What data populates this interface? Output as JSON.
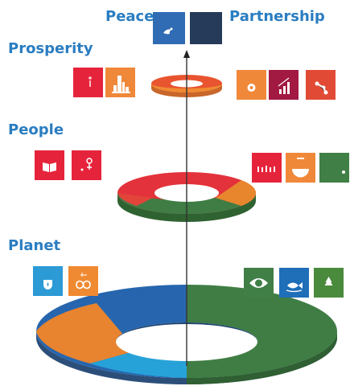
{
  "labels": {
    "peace": "Peace",
    "partnership": "Partnership",
    "prosperity": "Prosperity",
    "people": "People",
    "planet": "Planet"
  },
  "colors": {
    "label": "#2a7dc1",
    "red": "#e5243b",
    "dark_red": "#a21942",
    "orange": "#f0883a",
    "orange_dark": "#dd7a2c",
    "green": "#407f46",
    "blue": "#2e6fb4",
    "light_blue": "#26a3d9",
    "navy": "#19486a",
    "arrow": "#222222"
  },
  "tiles": [
    {
      "name": "tile-peace",
      "color": "#2f6cb3",
      "icon": "dove-icon"
    },
    {
      "name": "tile-partnership",
      "color": "#263a59",
      "icon": "none"
    },
    {
      "name": "tile-prosperity-1",
      "color": "#e5243b",
      "icon": "person-icon"
    },
    {
      "name": "tile-prosperity-2",
      "color": "#f0883a",
      "icon": "city-icon"
    },
    {
      "name": "tile-prosperity-3",
      "color": "#f0883a",
      "icon": "gear-icon"
    },
    {
      "name": "tile-prosperity-4",
      "color": "#a21942",
      "icon": "growth-chart-icon"
    },
    {
      "name": "tile-prosperity-5",
      "color": "#e14b35",
      "icon": "network-icon"
    },
    {
      "name": "tile-people-1",
      "color": "#e5243b",
      "icon": "book-icon"
    },
    {
      "name": "tile-people-2",
      "color": "#e5243b",
      "icon": "gender-icon"
    },
    {
      "name": "tile-people-3",
      "color": "#e5243b",
      "icon": "family-icon"
    },
    {
      "name": "tile-people-4",
      "color": "#f0883a",
      "icon": "bowl-icon"
    },
    {
      "name": "tile-people-5",
      "color": "#407f46",
      "icon": "heartbeat-icon"
    },
    {
      "name": "tile-planet-1",
      "color": "#2b9ad5",
      "icon": "water-drop-icon"
    },
    {
      "name": "tile-planet-2",
      "color": "#ef8a32",
      "icon": "infinity-icon"
    },
    {
      "name": "tile-planet-3",
      "color": "#407f46",
      "icon": "eye-globe-icon"
    },
    {
      "name": "tile-planet-4",
      "color": "#1f6eb8",
      "icon": "fish-icon"
    },
    {
      "name": "tile-planet-5",
      "color": "#4a8a3c",
      "icon": "tree-icon"
    }
  ]
}
